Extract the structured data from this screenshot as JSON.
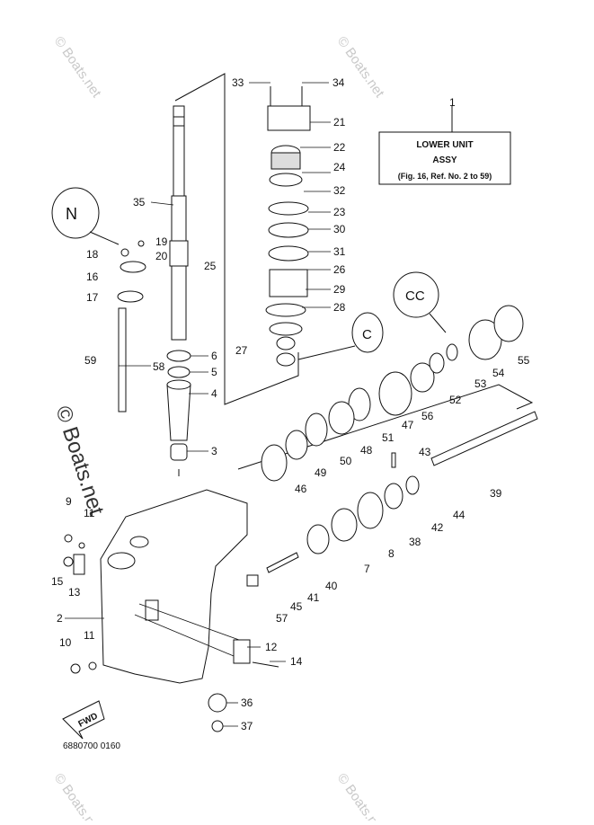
{
  "diagram": {
    "box": {
      "line1": "LOWER UNIT",
      "line2": "ASSY",
      "line3": "(Fig. 16, Ref. No. 2 to 59)"
    },
    "footer_code": "6880700 0160",
    "fwd_label": "FWD",
    "watermark": "© Boats.net",
    "inset_markers": [
      "N",
      "C",
      "CC"
    ],
    "callouts": [
      "1",
      "2",
      "3",
      "4",
      "5",
      "6",
      "7",
      "8",
      "9",
      "10",
      "11",
      "11",
      "12",
      "13",
      "14",
      "15",
      "16",
      "17",
      "18",
      "19",
      "20",
      "21",
      "22",
      "23",
      "24",
      "25",
      "26",
      "27",
      "28",
      "29",
      "30",
      "31",
      "32",
      "33",
      "34",
      "35",
      "36",
      "37",
      "38",
      "39",
      "40",
      "41",
      "42",
      "43",
      "44",
      "45",
      "46",
      "47",
      "48",
      "49",
      "50",
      "51",
      "52",
      "53",
      "54",
      "55",
      "56",
      "57",
      "58",
      "59"
    ]
  }
}
